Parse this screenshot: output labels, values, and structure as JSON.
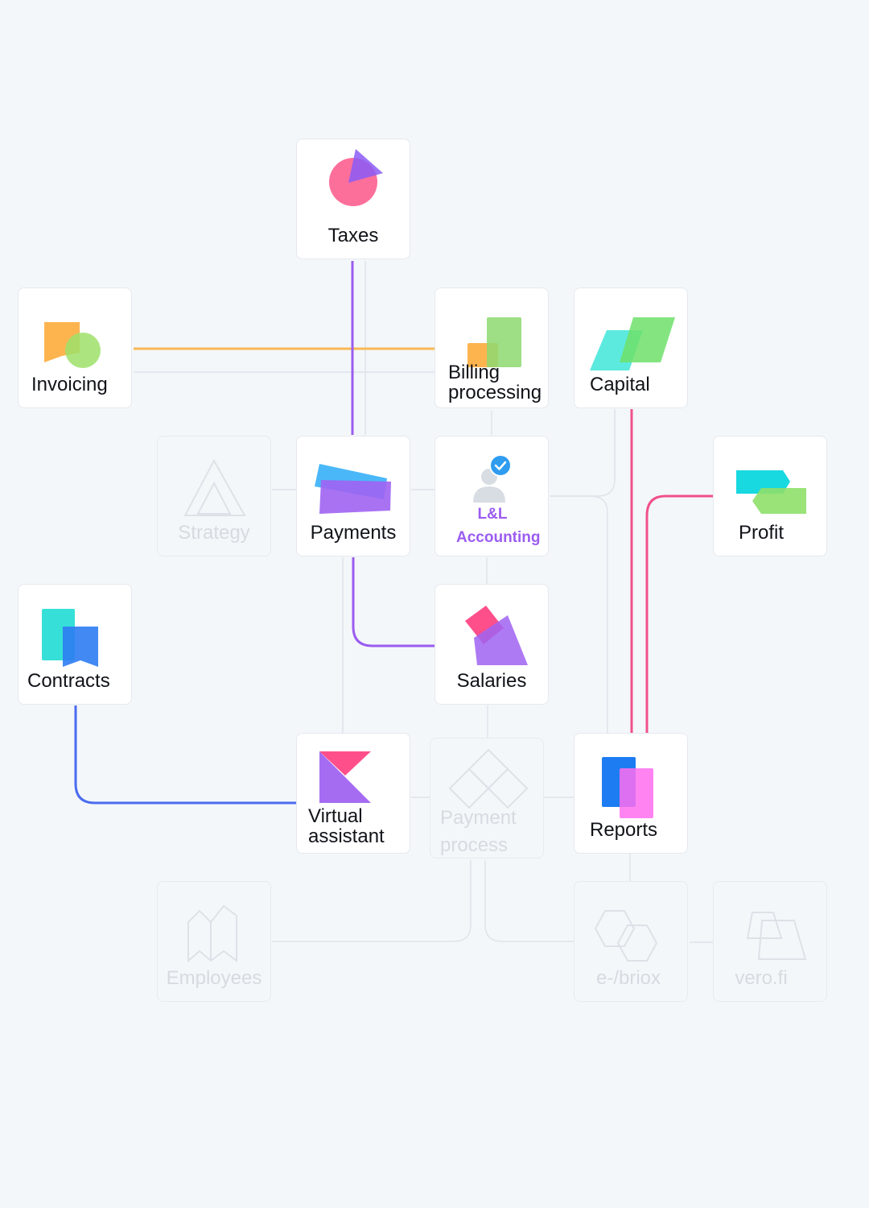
{
  "colors": {
    "background": "#f4f7fa",
    "faint_line": "#dfe4ea",
    "invoicing_link": "#f7b955",
    "payments_link": "#9b5cf0",
    "contracts_link": "#4a6cf0",
    "reports_link": "#f0508c",
    "accent_text": "#9b5cf0"
  },
  "cards": {
    "taxes": {
      "label": "Taxes",
      "icon": "taxes-icon"
    },
    "invoicing": {
      "label": "Invoicing",
      "icon": "invoicing-icon"
    },
    "billing": {
      "label": "Billing processing",
      "icon": "billing-icon"
    },
    "capital": {
      "label": "Capital",
      "icon": "capital-icon"
    },
    "strategy": {
      "label": "Strategy",
      "icon": "strategy-icon"
    },
    "payments": {
      "label": "Payments",
      "icon": "payments-icon"
    },
    "accounting": {
      "label": "L&L Accounting",
      "icon": "verified-user-icon"
    },
    "profit": {
      "label": "Profit",
      "icon": "profit-icon"
    },
    "contracts": {
      "label": "Contracts",
      "icon": "contracts-icon"
    },
    "salaries": {
      "label": "Salaries",
      "icon": "salaries-icon"
    },
    "virtual_assistant": {
      "label": "Virtual assistant",
      "icon": "virtual-assistant-icon"
    },
    "payment_process": {
      "label": "Payment process",
      "icon": "payment-process-icon"
    },
    "reports": {
      "label": "Reports",
      "icon": "reports-icon"
    },
    "employees": {
      "label": "Employees",
      "icon": "employees-icon"
    },
    "briox": {
      "label": "e-/briox",
      "icon": "briox-icon"
    },
    "vero": {
      "label": "vero.fi",
      "icon": "vero-icon"
    }
  }
}
